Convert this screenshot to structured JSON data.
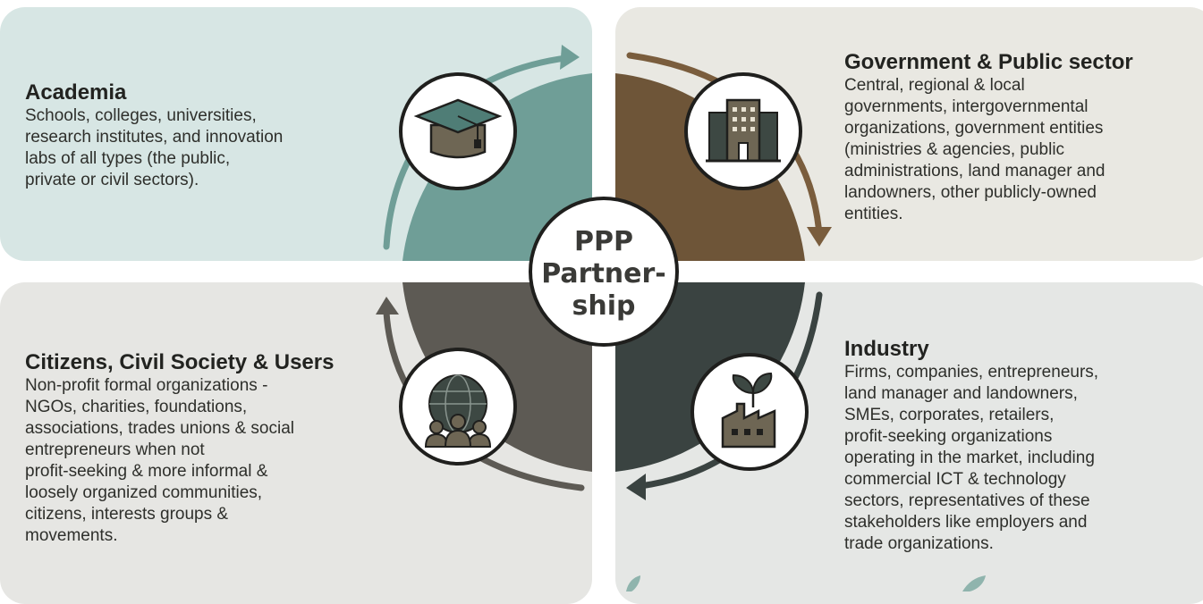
{
  "center": {
    "line1": "PPP",
    "line2": "Partner-",
    "line3": "ship"
  },
  "sectors": {
    "academia": {
      "title": "Academia",
      "description": "Schools, colleges, universities,\nresearch institutes, and innovation\nlabs of all types (the public,\nprivate or civil sectors).",
      "icon": "graduation-cap-icon",
      "color": "#6f9e97"
    },
    "government": {
      "title": "Government & Public sector",
      "description": "Central, regional & local\ngovernments, intergovernmental\norganizations, government entities\n(ministries & agencies, public\nadministrations, land manager and\nlandowners, other publicly-owned\nentities.",
      "icon": "government-building-icon",
      "color": "#6e5538"
    },
    "citizens": {
      "title": "Citizens, Civil Society & Users",
      "description": "Non-profit formal organizations -\nNGOs, charities, foundations,\nassociations, trades unions & social\nentrepreneurs when not\nprofit-seeking & more informal &\nloosely organized communities,\ncitizens, interests groups  &\nmovements.",
      "icon": "globe-people-icon",
      "color": "#5d5a54"
    },
    "industry": {
      "title": "Industry",
      "description": "Firms, companies, entrepreneurs,\nland manager and landowners,\nSMEs, corporates, retailers,\nprofit-seeking organizations\noperating in the market, including\ncommercial ICT & technology\nsectors, representatives of these\nstakeholders like employers and\ntrade organizations.",
      "icon": "factory-plant-icon",
      "color": "#3a4341"
    }
  }
}
